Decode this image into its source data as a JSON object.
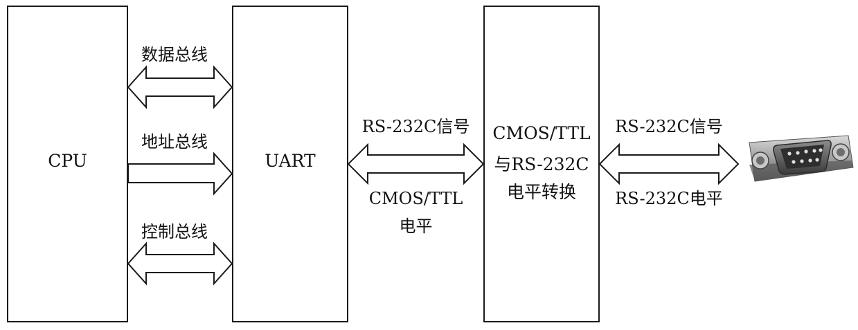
{
  "blocks": {
    "cpu": "CPU",
    "uart": "UART",
    "converter": [
      "CMOS/TTL",
      "与RS-232C",
      "电平转换"
    ]
  },
  "buses": {
    "data_bus": "数据总线",
    "address_bus": "地址总线",
    "control_bus": "控制总线"
  },
  "link_uart_converter": {
    "top": "RS-232C信号",
    "bottom": [
      "CMOS/TTL",
      "电平"
    ]
  },
  "link_converter_connector": {
    "top": "RS-232C信号",
    "bottom": "RS-232C电平"
  },
  "connector_icon": "db9-serial-connector-icon"
}
